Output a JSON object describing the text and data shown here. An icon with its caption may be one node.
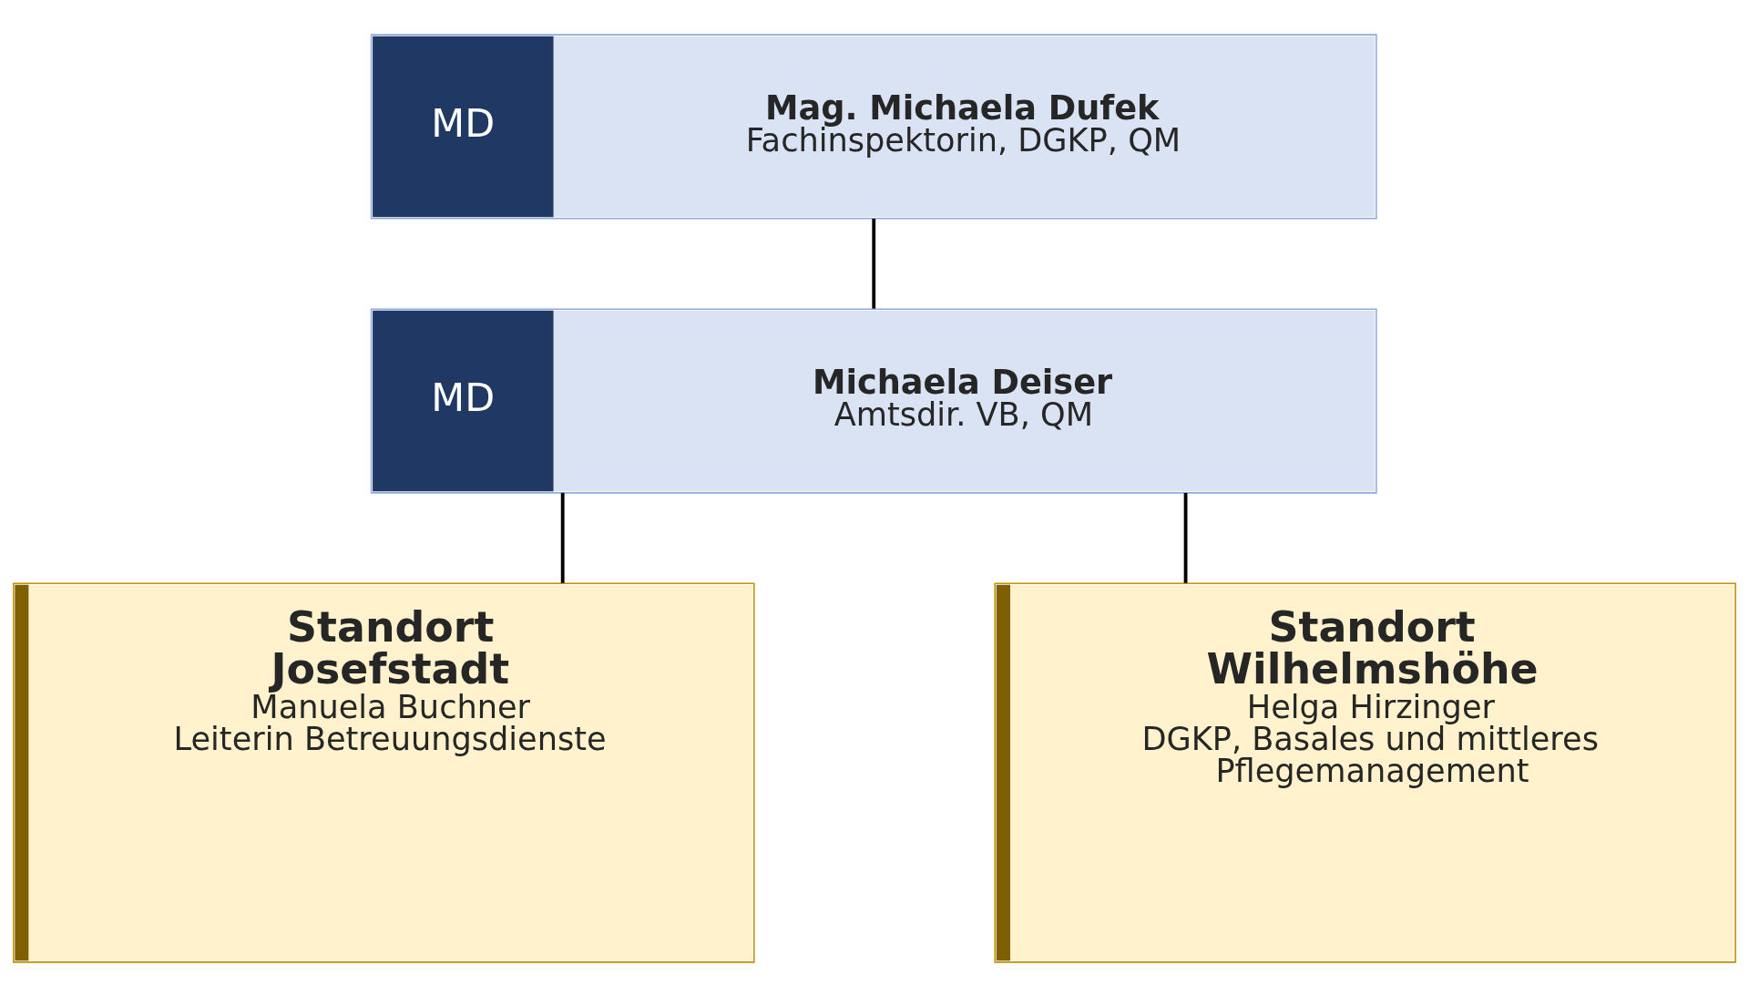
{
  "diagram": {
    "nodes": [
      {
        "text": [
          "MD",
          "Mag. Michaela Dufek",
          "Fachinspektorin, DGKP, QM"
        ]
      },
      {
        "text": [
          "MD",
          "Michaela Deiser",
          "Amtsdir. VB, QM"
        ]
      },
      {
        "text": [
          "Standort Josefstadt",
          "Manuela Buchner",
          "Leiterin Betreuungsdienste"
        ]
      },
      {
        "text": [
          "Standort Wilhelmshöhe",
          "Helga Hirzinger",
          "DGKP, Basales und mittleres Pflegemanagement"
        ]
      }
    ],
    "edges": [
      {
        "from": 0,
        "to": 1,
        "arrow": "none"
      },
      {
        "from": 1,
        "to": 2,
        "arrow": "none"
      },
      {
        "from": 1,
        "to": 3,
        "arrow": "none"
      }
    ]
  }
}
